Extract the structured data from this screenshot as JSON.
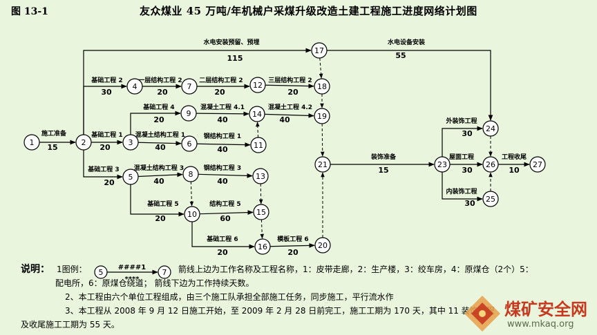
{
  "header": {
    "figure_no": "图 13-1",
    "title": "友众煤业 45 万吨/年机械户采煤升级改造土建工程施工进度网络计划图"
  },
  "network": {
    "nodes": [
      "1",
      "2",
      "3",
      "4",
      "5",
      "6",
      "7",
      "8",
      "9",
      "10",
      "11",
      "12",
      "13",
      "14",
      "15",
      "16",
      "17",
      "18",
      "19",
      "20",
      "21",
      "23",
      "24",
      "25",
      "26",
      "27"
    ],
    "activities": [
      {
        "from": "1",
        "to": "2",
        "name": "施工准备",
        "duration": "15"
      },
      {
        "from": "2",
        "to": "17",
        "name": "水电安装预留、预埋",
        "duration": "115"
      },
      {
        "from": "2",
        "to": "4",
        "name": "基础工程 2",
        "duration": "30"
      },
      {
        "from": "2",
        "to": "3",
        "name": "基础工程 1",
        "duration": "20"
      },
      {
        "from": "2",
        "to": "5",
        "name": "基础工程 3",
        "duration": "20"
      },
      {
        "from": "4",
        "to": "7",
        "name": "一层结构工程 2",
        "duration": "20"
      },
      {
        "from": "7",
        "to": "12",
        "name": "二层结构工程 2",
        "duration": "20"
      },
      {
        "from": "12",
        "to": "18",
        "name": "三层结构工程 2",
        "duration": "20"
      },
      {
        "from": "3",
        "to": "9",
        "name": "基础工程 4",
        "duration": "20"
      },
      {
        "from": "3",
        "to": "6",
        "name": "混凝土结构工程 1",
        "duration": "40"
      },
      {
        "from": "9",
        "to": "14",
        "name": "混凝土工程 4.1",
        "duration": "40"
      },
      {
        "from": "14",
        "to": "19",
        "name": "混凝土工程 4.2",
        "duration": "40"
      },
      {
        "from": "6",
        "to": "11",
        "name": "钢结构工程 1",
        "duration": "40"
      },
      {
        "from": "5",
        "to": "8",
        "name": "混凝土结构工程 3",
        "duration": "40"
      },
      {
        "from": "8",
        "to": "13",
        "name": "钢结构工程 3",
        "duration": "40"
      },
      {
        "from": "5",
        "to": "10",
        "name": "基础工程 5",
        "duration": "20"
      },
      {
        "from": "10",
        "to": "15",
        "name": "结构工程 5",
        "duration": "60"
      },
      {
        "from": "10",
        "to": "16",
        "name": "基础工程 6",
        "duration": "20"
      },
      {
        "from": "16",
        "to": "20",
        "name": "模板工程 6",
        "duration": "20"
      },
      {
        "from": "17",
        "to": "24",
        "name": "水电设备安装",
        "duration": "55"
      },
      {
        "from": "21",
        "to": "23",
        "name": "装饰准备",
        "duration": "15"
      },
      {
        "from": "23",
        "to": "24",
        "name": "外装饰工程",
        "duration": "30"
      },
      {
        "from": "23",
        "to": "26",
        "name": "屋面工程",
        "duration": "30"
      },
      {
        "from": "23",
        "to": "25",
        "name": "内装饰工程",
        "duration": "30"
      },
      {
        "from": "26",
        "to": "27",
        "name": "工程收尾",
        "duration": "10"
      }
    ]
  },
  "notes": {
    "heading": "说明",
    "colon": "：",
    "item1_prefix": "1图例：",
    "legend_from": "5",
    "legend_to": "7",
    "legend_top": "####1",
    "legend_bottom": "****",
    "item1_a": "箭线上边为工作名称及工程名称，1：皮带走廊，2：生产楼，3：绞车房，4：原煤仓（2个）5：",
    "item1_b": "配电所，6：原煤仓绕道；   箭线下边为工作持续天数。",
    "item2": "2、本工程由六个单位工程组成，由三个施工队承担全部施工任务，同步施工，平行流水作",
    "item3_a": "3、本工程从 2008 年 9 月 12 日施工开始，至 2009 年 2 月 28 日前完工，施工工期为 170 天，其中 11   装饰工程",
    "item3_b": "及收尾施工工期为 55 天。"
  },
  "watermark": {
    "text": "煤矿安全网",
    "url": "www.mkaq.org"
  }
}
